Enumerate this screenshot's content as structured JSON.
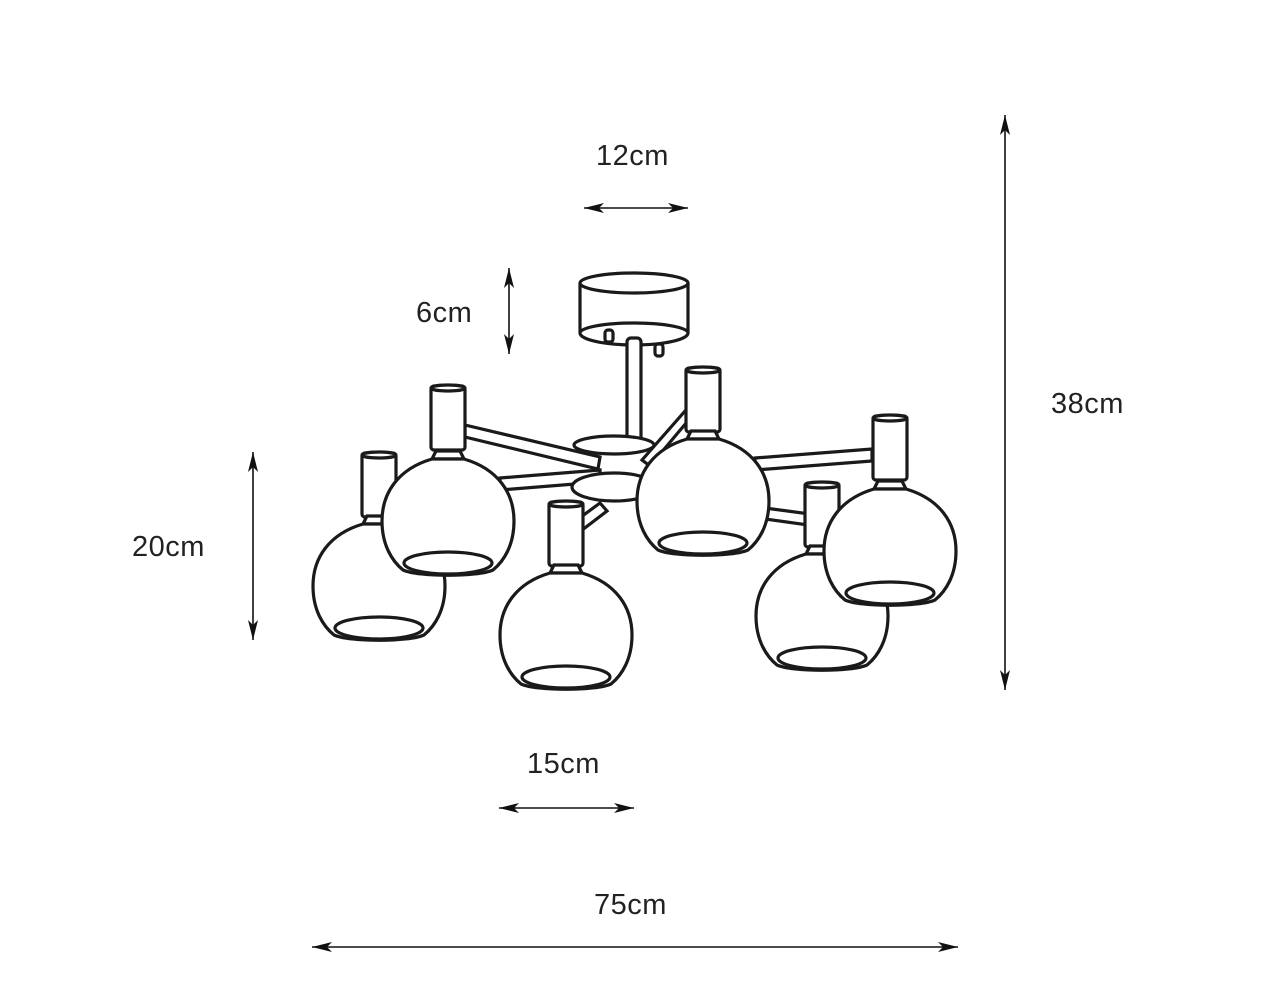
{
  "dimensions": {
    "canopy_width": "12cm",
    "canopy_height": "6cm",
    "shade_height": "20cm",
    "total_height": "38cm",
    "shade_width": "15cm",
    "total_width": "75cm"
  },
  "colors": {
    "line": "#1a1a1a",
    "background": "#ffffff"
  }
}
